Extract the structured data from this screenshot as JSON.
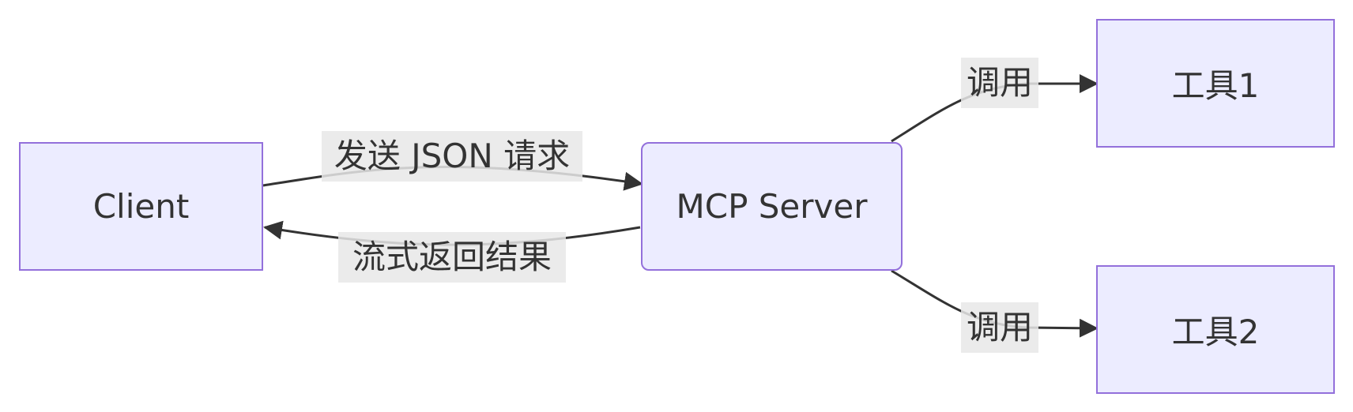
{
  "colors": {
    "node_fill": "#ececff",
    "node_border": "#9370db",
    "edge": "#333333",
    "label_bg": "#e8e8e8",
    "text": "#333333"
  },
  "nodes": {
    "client": "Client",
    "server": "MCP Server",
    "tool1": "工具1",
    "tool2": "工具2"
  },
  "edges": {
    "send": "发送 JSON 请求",
    "stream": "流式返回结果",
    "call1": "调用",
    "call2": "调用"
  }
}
